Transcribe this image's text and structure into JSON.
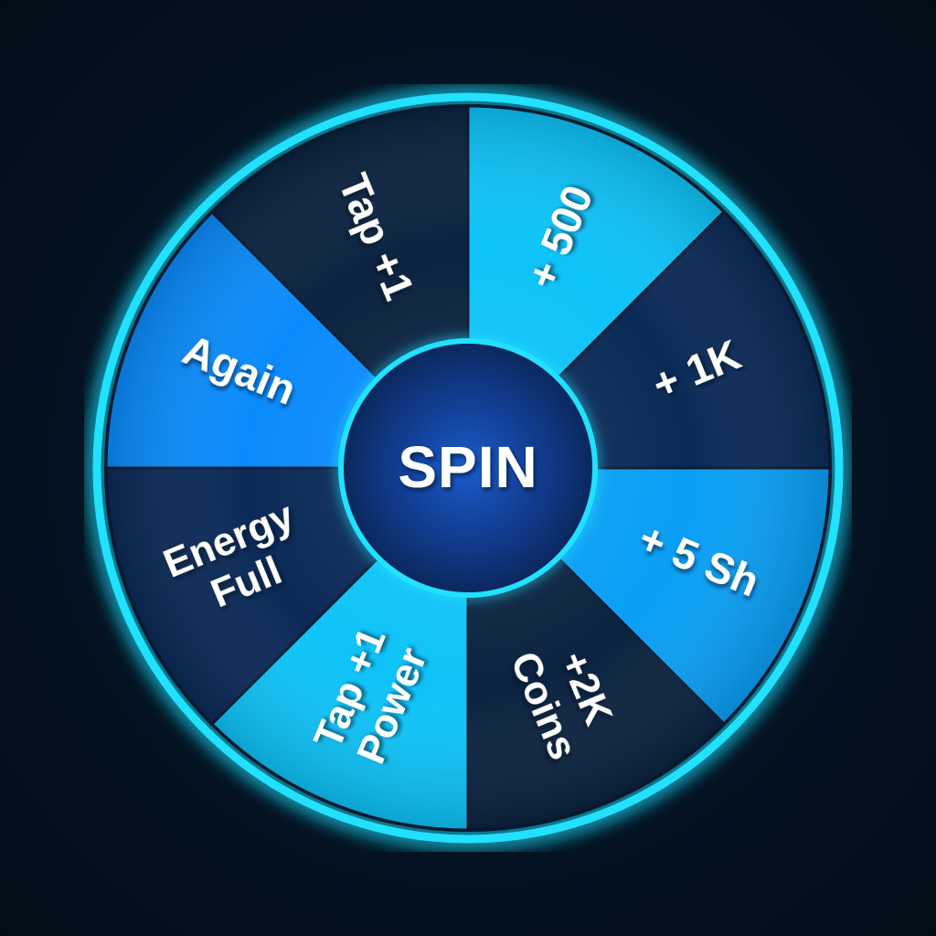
{
  "background_color": "#04111f",
  "wheel": {
    "name": "spin-wheel",
    "rim_color": "#22e1ff",
    "divider_color": "#0a1b33",
    "segment_count": 8,
    "segments": [
      {
        "id": "plus-500",
        "label": "+ 500",
        "lines": [
          "+ 500"
        ],
        "color": "#0ec3f8",
        "start_angle": 0,
        "end_angle": 45
      },
      {
        "id": "plus-1k",
        "label": "+ 1K",
        "lines": [
          "+ 1K"
        ],
        "color": "#0b2a57",
        "start_angle": 45,
        "end_angle": 90
      },
      {
        "id": "plus-5-sh",
        "label": "+ 5 Sh",
        "lines": [
          "+ 5 Sh"
        ],
        "color": "#0a9ff5",
        "start_angle": 90,
        "end_angle": 135
      },
      {
        "id": "plus-2k-coins",
        "label": "+2K Coins",
        "lines": [
          "+2K",
          "Coins"
        ],
        "color": "#0b2340",
        "start_angle": 135,
        "end_angle": 180
      },
      {
        "id": "tap-plus-1-power",
        "label": "Tap +1 Power",
        "lines": [
          "Tap +1",
          "Power"
        ],
        "color": "#0ec3f8",
        "start_angle": 180,
        "end_angle": 225
      },
      {
        "id": "energy-full",
        "label": "Energy Full",
        "lines": [
          "Energy",
          "Full"
        ],
        "color": "#0b2a57",
        "start_angle": 225,
        "end_angle": 270
      },
      {
        "id": "again",
        "label": "Again",
        "lines": [
          "Again"
        ],
        "color": "#0a8bfb",
        "start_angle": 270,
        "end_angle": 315
      },
      {
        "id": "tap-plus-1",
        "label": "Tap +1",
        "lines": [
          "Tap +1"
        ],
        "color": "#0b2340",
        "start_angle": 315,
        "end_angle": 360
      }
    ]
  },
  "hub": {
    "name": "spin-button",
    "label": "SPIN",
    "ring_color": "#22e1ff",
    "fill_center": "#1551b8",
    "fill_edge": "#0a2150"
  }
}
